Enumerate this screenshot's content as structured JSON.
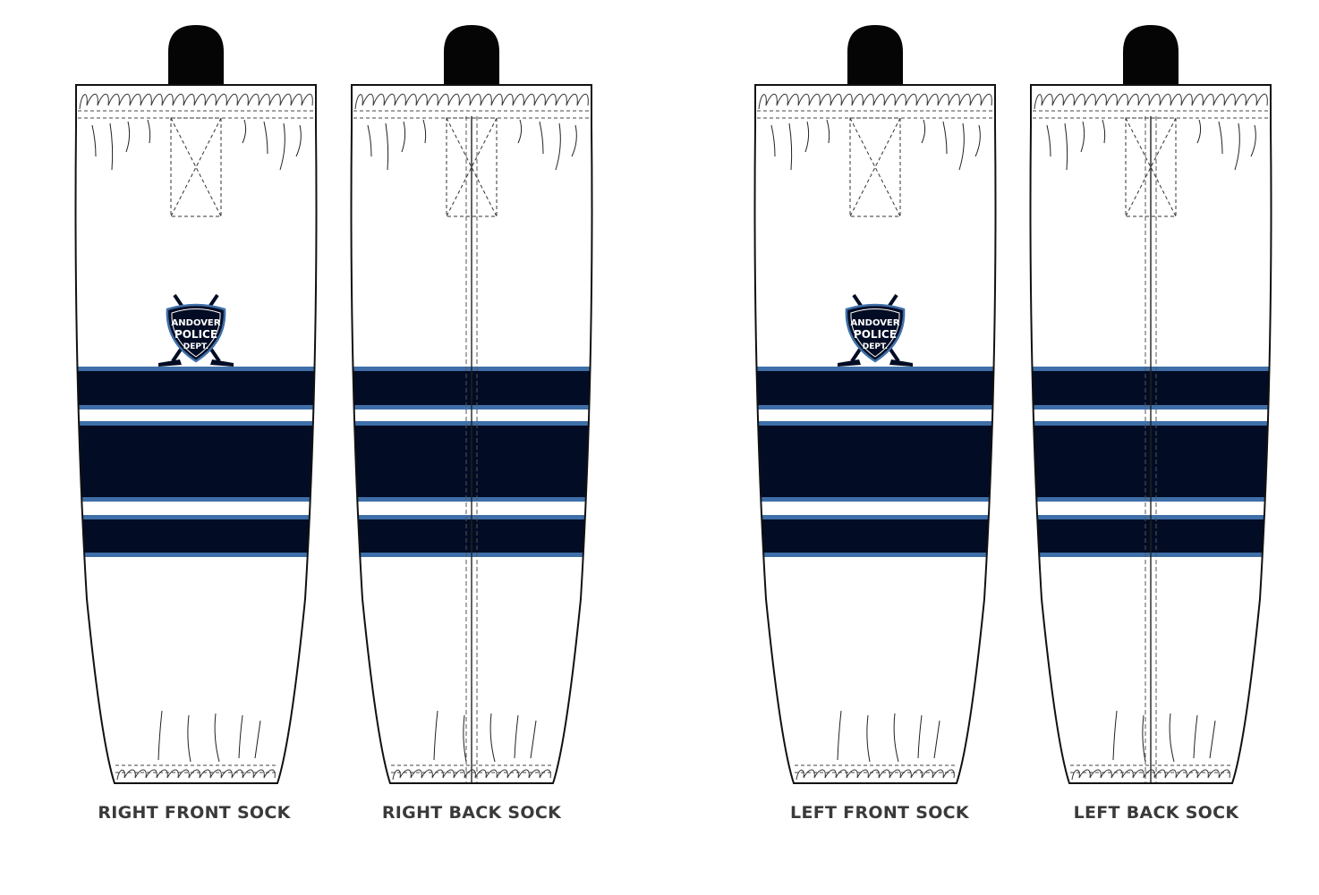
{
  "colors": {
    "navy": "#020c24",
    "light_blue": "#3f6fa8",
    "outline": "#111111",
    "toe_cap": "#050505",
    "background": "#ffffff",
    "caption_text": "#3a3a3a"
  },
  "logo": {
    "line1": "ANDOVER",
    "line2": "POLICE",
    "line3": "DEPT."
  },
  "socks": [
    {
      "id": "right-front",
      "label": "RIGHT FRONT SOCK",
      "view": "front",
      "has_logo": true
    },
    {
      "id": "right-back",
      "label": "RIGHT BACK SOCK",
      "view": "back",
      "has_logo": false
    },
    {
      "id": "left-front",
      "label": "LEFT FRONT SOCK",
      "view": "front",
      "has_logo": true
    },
    {
      "id": "left-back",
      "label": "LEFT BACK SOCK",
      "view": "back",
      "has_logo": false
    }
  ]
}
